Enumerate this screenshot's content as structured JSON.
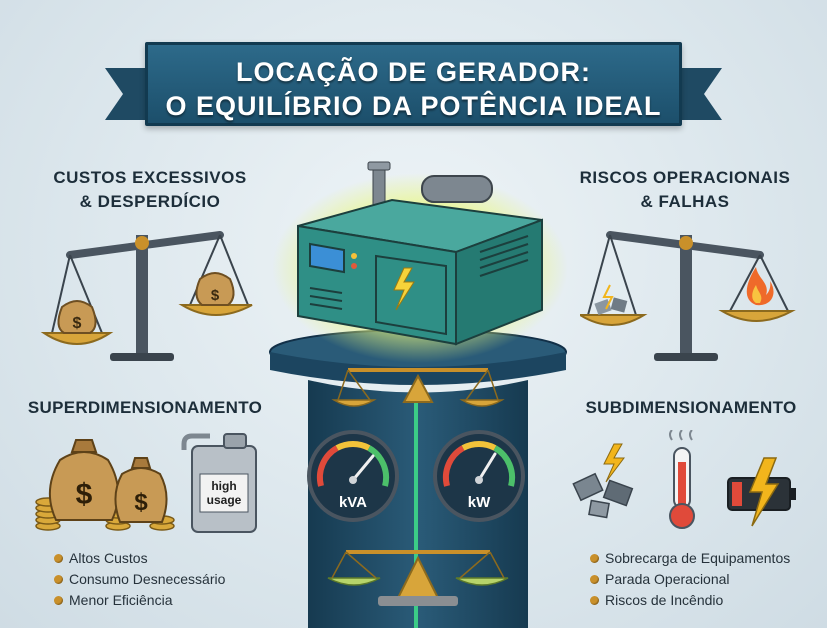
{
  "title": {
    "line1": "LOCAÇÃO DE GERADOR:",
    "line2": "O EQUILÍBRIO DA POTÊNCIA IDEAL"
  },
  "left": {
    "heading_line1": "CUSTOS EXCESSIVOS",
    "heading_line2": "& DESPERDÍCIO",
    "subheading": "SUPERDIMENSIONAMENTO",
    "can_label_line1": "high",
    "can_label_line2": "usage",
    "bullets": [
      "Altos Custos",
      "Consumo Desnecessário",
      "Menor Eficiência"
    ]
  },
  "right": {
    "heading_line1": "RISCOS OPERACIONAIS",
    "heading_line2": "& FALHAS",
    "subheading": "SUBDIMENSIONAMENTO",
    "bullets": [
      "Sobrecarga de Equipamentos",
      "Parada Operacional",
      "Riscos de Incêndio"
    ]
  },
  "gauges": {
    "left_unit": "kVA",
    "right_unit": "kW"
  },
  "icons": {
    "money": "dollar-sign-icon",
    "lightning": "lightning-bolt-icon",
    "fire": "flame-icon",
    "thermometer": "thermometer-icon"
  },
  "colors": {
    "banner": "#1f5675",
    "generator": "#2f8f86",
    "glow": "#d8f06a",
    "accent_gold": "#c9902a",
    "pedestal": "#1f4a63"
  }
}
